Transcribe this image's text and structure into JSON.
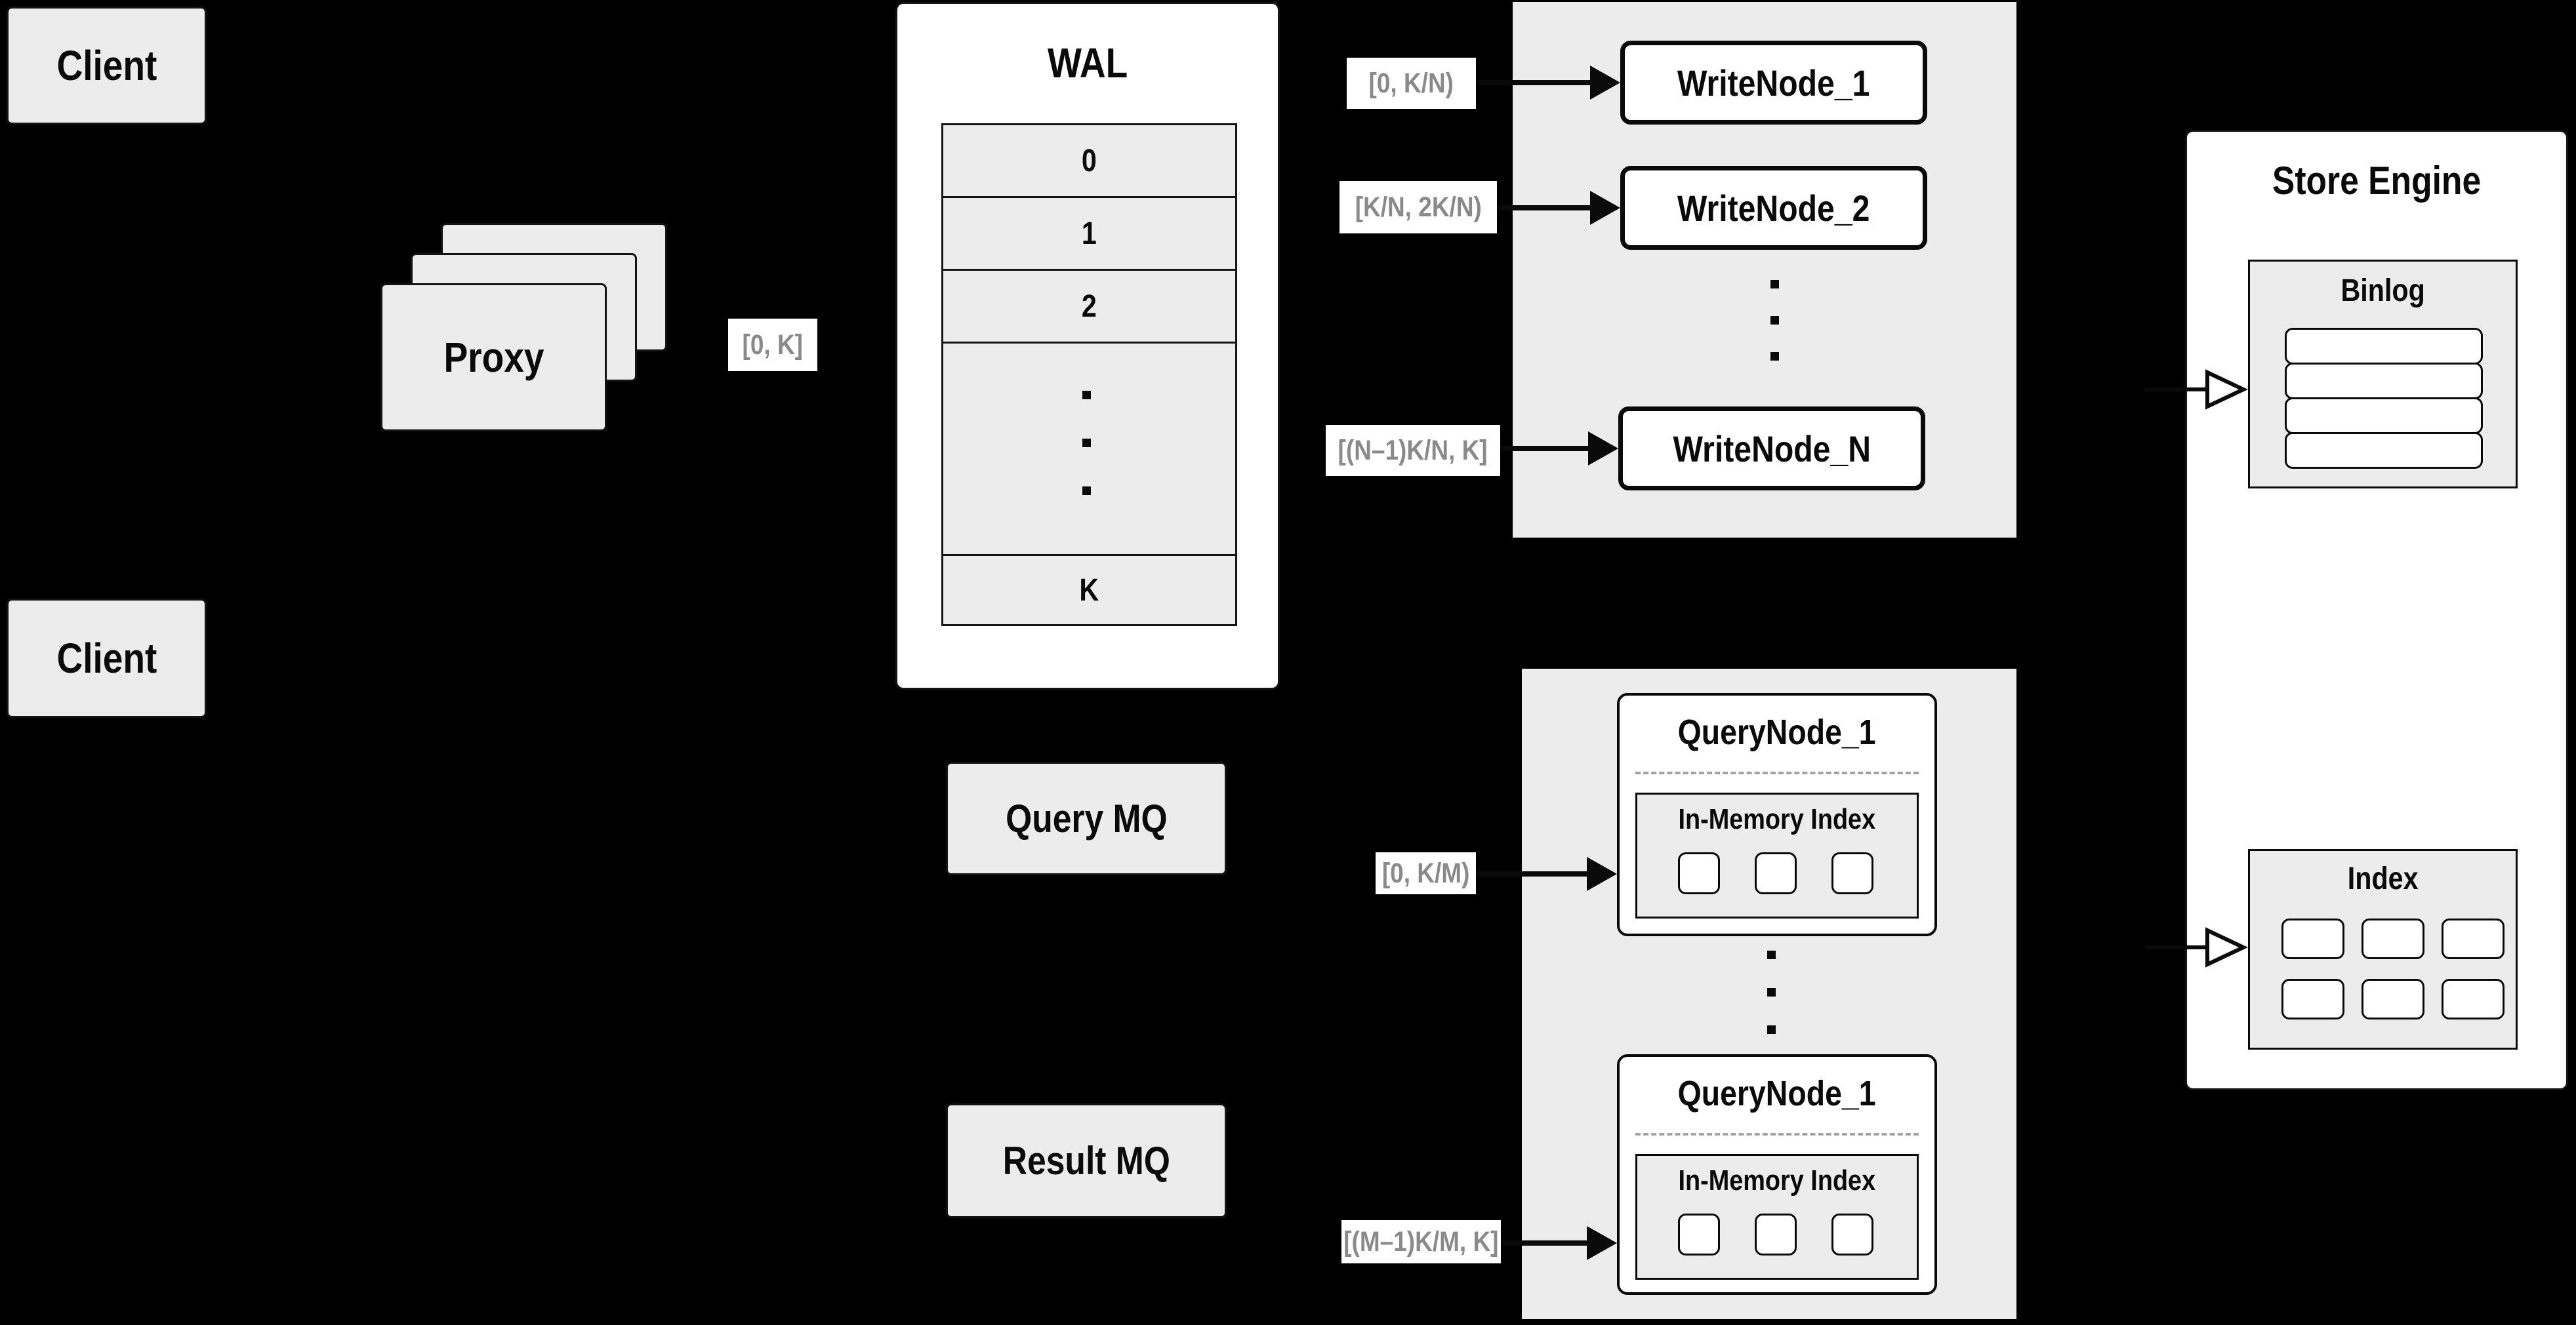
{
  "colors": {
    "background": "#000000",
    "panel_fill": "#ececec",
    "box_fill": "#ffffff",
    "border": "#0a0a0a",
    "range_text": "#8a8a8a"
  },
  "clients": {
    "top_label": "Client",
    "bottom_label": "Client"
  },
  "proxy": {
    "label": "Proxy",
    "range_label": "[0, K]"
  },
  "wal": {
    "title": "WAL",
    "segments": [
      "0",
      "1",
      "2"
    ],
    "last_segment": "K"
  },
  "write_section": {
    "nodes": [
      {
        "range": "[0, K/N)",
        "name": "WriteNode_1"
      },
      {
        "range": "[K/N, 2K/N)",
        "name": "WriteNode_2"
      },
      {
        "range": "[(N–1)K/N, K]",
        "name": "WriteNode_N"
      }
    ]
  },
  "query_section": {
    "nodes": [
      {
        "range": "[0, K/M)",
        "name": "QueryNode_1",
        "index_label": "In-Memory Index"
      },
      {
        "range": "[(M–1)K/M, K]",
        "name": "QueryNode_1",
        "index_label": "In-Memory Index"
      }
    ]
  },
  "mq": {
    "query": "Query MQ",
    "result": "Result MQ"
  },
  "store_engine": {
    "title": "Store Engine",
    "binlog": "Binlog",
    "index": "Index"
  }
}
